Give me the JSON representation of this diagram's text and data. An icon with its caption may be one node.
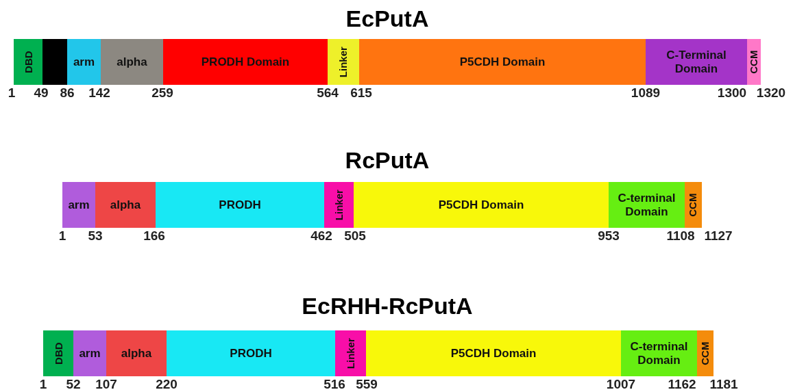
{
  "diagram": {
    "nodes": [
      {
        "text": [
          "DBD"
        ]
      },
      {
        "text": [],
        "shape": "bar"
      },
      {
        "text": [
          "arm"
        ]
      },
      {
        "text": [
          "alpha"
        ]
      },
      {
        "text": [
          "PRODH Domain"
        ]
      },
      {
        "text": [
          "Linker"
        ]
      },
      {
        "text": [
          "P5CDH Domain"
        ]
      },
      {
        "text": [
          "C-Terminal Domain"
        ]
      },
      {
        "text": [
          "CCM"
        ]
      },
      {
        "text": [
          "arm"
        ]
      },
      {
        "text": [
          "alpha"
        ]
      },
      {
        "text": [
          "PRODH"
        ]
      },
      {
        "text": [
          "Linker"
        ]
      },
      {
        "text": [
          "P5CDH Domain"
        ]
      },
      {
        "text": [
          "C-terminal Domain"
        ]
      },
      {
        "text": [
          "CCM"
        ]
      },
      {
        "text": [
          "DBD"
        ]
      },
      {
        "text": [
          "arm"
        ]
      },
      {
        "text": [
          "alpha"
        ]
      },
      {
        "text": [
          "PRODH"
        ]
      },
      {
        "text": [
          "Linker"
        ]
      },
      {
        "text": [
          "P5CDH Domain"
        ]
      },
      {
        "text": [
          "C-terminal Domain"
        ]
      },
      {
        "text": [
          "CCM"
        ]
      }
    ],
    "labels": [
      "EcPutA",
      "1",
      "49",
      "86",
      "142",
      "259",
      "564",
      "615",
      "1089",
      "1300",
      "1320",
      "RcPutA",
      "1",
      "53",
      "166",
      "462",
      "505",
      "953",
      "1108",
      "1127",
      "EcRHH-RcPutA",
      "1",
      "52",
      "107",
      "220",
      "516",
      "559",
      "1007",
      "1162",
      "1181"
    ]
  }
}
